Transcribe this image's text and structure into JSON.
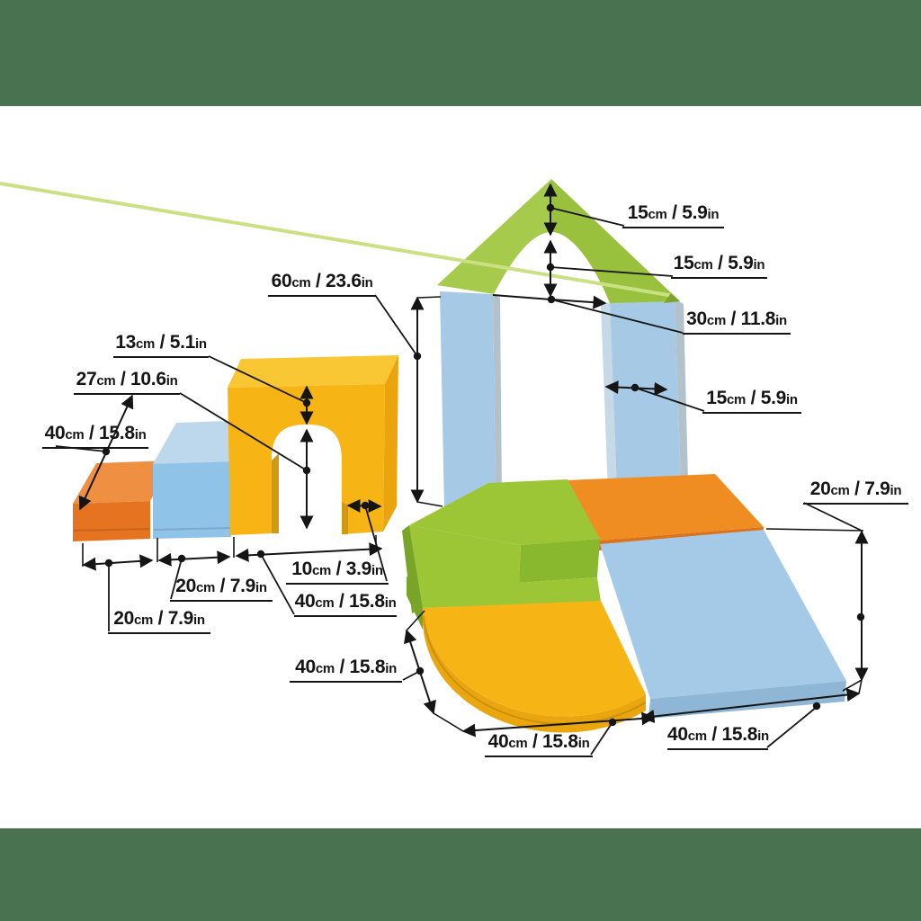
{
  "scene": {
    "background": "#497251",
    "canvas": "#ffffff",
    "ink": "#151515"
  },
  "colors": {
    "orange_top": "#ee8f42",
    "orange_front": "#e5731f",
    "blue_top": "#bdd7ec",
    "blue_front": "#8fc3e8",
    "yellow_top": "#f9c733",
    "yellow_front": "#f6b515",
    "yellow_side": "#eca40c",
    "yellow_inner": "#d1990f",
    "roof_left": "#a6ca4c",
    "roof_right": "#9ac13e",
    "roof_tip": "#7da32c",
    "roof_highlight": "#c9e183",
    "pillar": "#a6cae6",
    "pillar_light": "#c6d9e6",
    "pillar_gray": "#b3c2ca",
    "green_top": "#9cc636",
    "green_mid": "#89b72e",
    "green_dark": "#78a527",
    "orange_mat_top": "#ef8d22",
    "orange_mat_edge": "#d9731c",
    "slide_top": "#a5cae8",
    "slide_front": "#8fb6d4",
    "mat_top": "#f7b515",
    "mat_side": "#eaa60e"
  },
  "labels": {
    "pillar_height": "60cm / 23.6in",
    "arch_top_offset": "13cm / 5.1in",
    "tunnel_height": "27cm / 10.6in",
    "step_depth": "40cm / 15.8in",
    "leg_width": "10cm / 3.9in",
    "step2_width": "20cm / 7.9in",
    "tunnel_width": "40cm / 15.8in",
    "step1_width": "20cm / 7.9in",
    "roof_peak": "15cm / 5.9in",
    "arch_rise": "15cm / 5.9in",
    "arch_span": "30cm / 11.8in",
    "pillar_width": "15cm / 5.9in",
    "slide_height": "20cm / 7.9in",
    "mat_depth": "40cm / 15.8in",
    "mat_width": "40cm / 15.8in",
    "slide_length": "40cm / 15.8in"
  }
}
